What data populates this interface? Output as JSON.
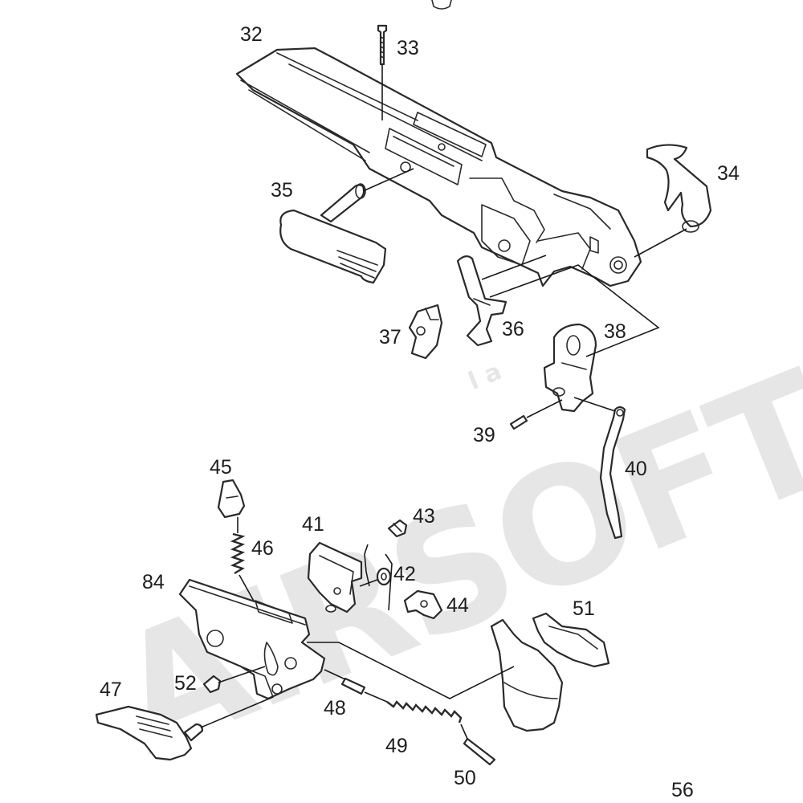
{
  "watermark": {
    "text": "AIRSOFT",
    "subtext": "l a",
    "color": "#e6e6e6"
  },
  "callouts": {
    "c32": "32",
    "c33": "33",
    "c34": "34",
    "c35": "35",
    "c36": "36",
    "c37": "37",
    "c38": "38",
    "c39": "39",
    "c40": "40",
    "c41": "41",
    "c42": "42",
    "c43": "43",
    "c44": "44",
    "c45": "45",
    "c46": "46",
    "c47": "47",
    "c48": "48",
    "c49": "49",
    "c50": "50",
    "c51": "51",
    "c52": "52",
    "c56": "56",
    "c84": "84"
  },
  "colors": {
    "line": "#2a2a2a",
    "background": "#ffffff"
  }
}
